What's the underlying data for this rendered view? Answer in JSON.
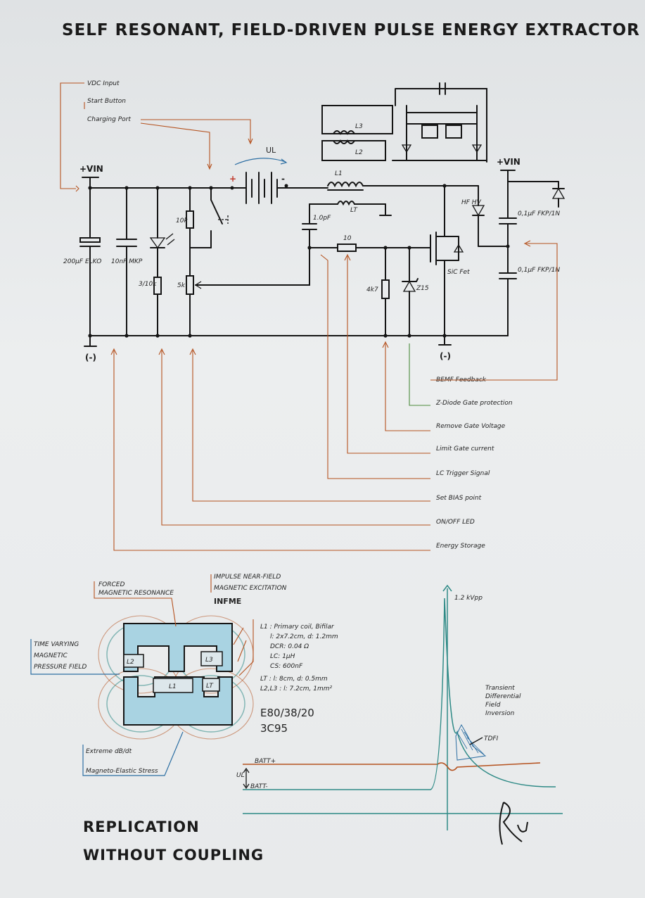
{
  "title": "SELF RESONANT, FIELD-DRIVEN PULSE ENERGY EXTRACTOR",
  "colors": {
    "ink": "#151515",
    "orange": "#b5521f",
    "teal": "#2e8a86",
    "blue": "#2d6fa3",
    "core": "#a9d3e2"
  },
  "top_callouts": [
    "VDC Input",
    "Start Button",
    "Charging Port"
  ],
  "schematic": {
    "vin_left": "+VIN",
    "vin_right": "+VIN",
    "gnd_left": "(-)",
    "gnd_right": "(-)",
    "plus": "+",
    "minus": "-",
    "battery_label": "UL",
    "cap_elko": "200µF ELKO",
    "cap_mkp": "10nF MKP",
    "led_res": "3/10k",
    "res_10k": "10k",
    "pot_5k": "5k",
    "coil_l1": "L1",
    "coil_lt": "LT",
    "coil_l2": "L2",
    "coil_l3": "L3",
    "cap_gate": "1.0pF",
    "res_gate": "10",
    "res_4k7": "4k7",
    "zener": "Z15",
    "fet": "SiC Fet",
    "diode_hv": "HF HV",
    "cap_top": "0,1µF FKP/1N",
    "cap_bot": "0,1µF FKP/1N"
  },
  "callouts_right": [
    "BEMF Feedback",
    "Z-Diode Gate protection",
    "Remove Gate Voltage",
    "Limit Gate current",
    "LC Trigger Signal",
    "Set BIAS point",
    "ON/OFF LED",
    "Energy Storage"
  ],
  "core_diagram": {
    "label_forced": [
      "FORCED",
      "MAGNETIC RESONANCE"
    ],
    "label_impulse": [
      "IMPULSE NEAR-FIELD",
      "MAGNETIC EXCITATION"
    ],
    "label_infme": "INFME",
    "label_pressure": [
      "TIME VARYING",
      "MAGNETIC",
      "PRESSURE FIELD"
    ],
    "label_stress": [
      "Extreme dB/dt",
      "Magneto-Elastic Stress"
    ],
    "coils": [
      "L2",
      "L3",
      "L1",
      "LT"
    ],
    "specs": [
      "L1 : Primary coil, Bifilar",
      "l: 2x7.2cm, d: 1.2mm",
      "DCR: 0.04 Ω",
      "LC: 1µH",
      "CS: 600nF",
      "LT : l: 8cm, d: 0.5mm",
      "L2,L3 : l: 7.2cm, 1mm²"
    ],
    "core_type": "E80/38/20",
    "material": "3C95"
  },
  "scope": {
    "peak_label": "1.2 kVpp",
    "annotation": [
      "Transient",
      "Differential",
      "Field",
      "Inversion"
    ],
    "tdfi": "TDFI",
    "batt_plus": "BATT+",
    "batt_minus": "BATT-",
    "ul": "UL"
  },
  "footer": [
    "REPLICATION",
    "WITHOUT COUPLING"
  ],
  "signature": "Ruin"
}
